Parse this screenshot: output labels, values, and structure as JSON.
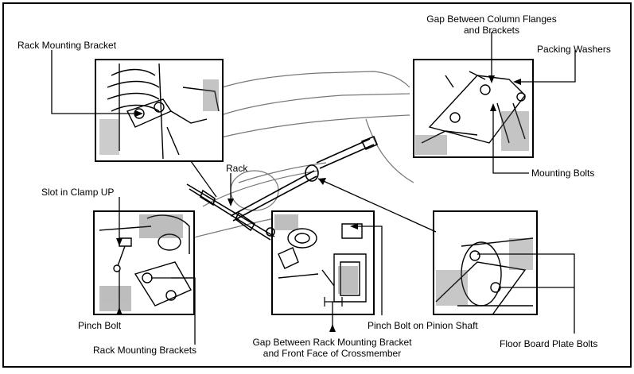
{
  "labels": {
    "rack_mounting_bracket": "Rack Mounting Bracket",
    "gap_column_flanges_line1": "Gap Between Column Flanges",
    "gap_column_flanges_line2": "and Brackets",
    "packing_washers": "Packing Washers",
    "rack": "Rack",
    "slot_in_clamp_up": "Slot in Clamp UP",
    "mounting_bolts": "Mounting Bolts",
    "pinch_bolt": "Pinch Bolt",
    "pinch_bolt_on_pinion_shaft": "Pinch Bolt on Pinion Shaft",
    "rack_mounting_brackets": "Rack Mounting Brackets",
    "gap_rack_bracket_line1": "Gap Between Rack Mounting Bracket",
    "gap_rack_bracket_line2": "and Front Face of Crossmember",
    "floor_board_plate_bolts": "Floor Board Plate Bolts"
  },
  "colors": {
    "ink": "#000000",
    "paper": "#ffffff",
    "shade": "#6b6b6b"
  }
}
